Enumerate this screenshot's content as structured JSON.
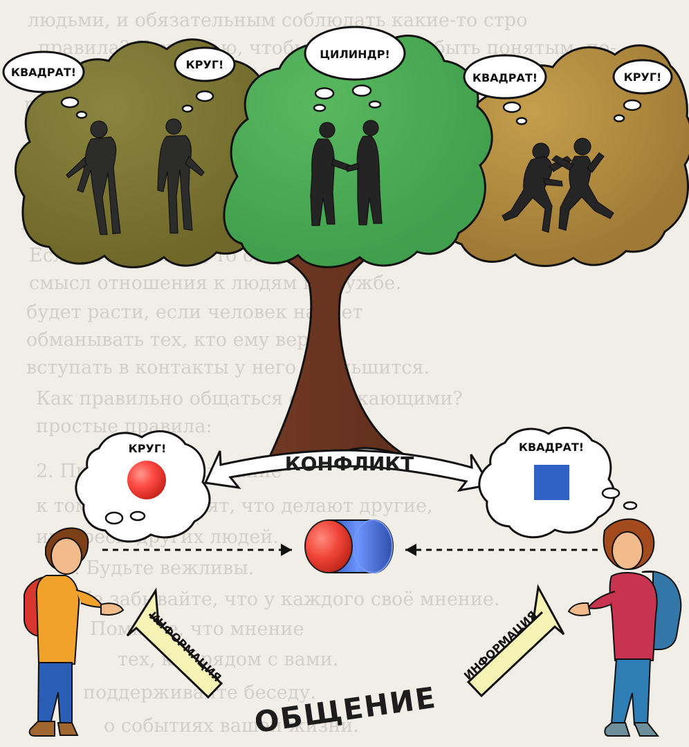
{
  "labels": {
    "left_tree_left": "КВАДРАТ!",
    "left_tree_right": "КРУГ!",
    "center_tree": "ЦИЛИНДР!",
    "right_tree_left": "КВАДРАТ!",
    "right_tree_right": "КРУГ!",
    "conflict": "КОНФЛИКТ",
    "left_bubble": "КРУГ!",
    "right_bubble": "КВАДРАТ!",
    "info_left": "ИНФОРМАЦИЯ",
    "info_right": "ИНФОРМАЦИЯ",
    "communication": "ОБЩЕНИЕ"
  },
  "colors": {
    "left_canopy": "#78722f",
    "center_canopy": "#3f9f4c",
    "right_canopy": "#b58c3c",
    "trunk": "#7a3f27",
    "bubble_fill": "#ffffff",
    "bubble_stroke": "#111111",
    "arrow_fill": "#ffffff",
    "info_arrow_fill": "#f6f3b5",
    "square": "#2f62c4",
    "circle": "#ff4c46",
    "cylinder_blue": "#4d73dc",
    "cylinder_red": "#ef4437",
    "page_background": "#f1eee7"
  }
}
